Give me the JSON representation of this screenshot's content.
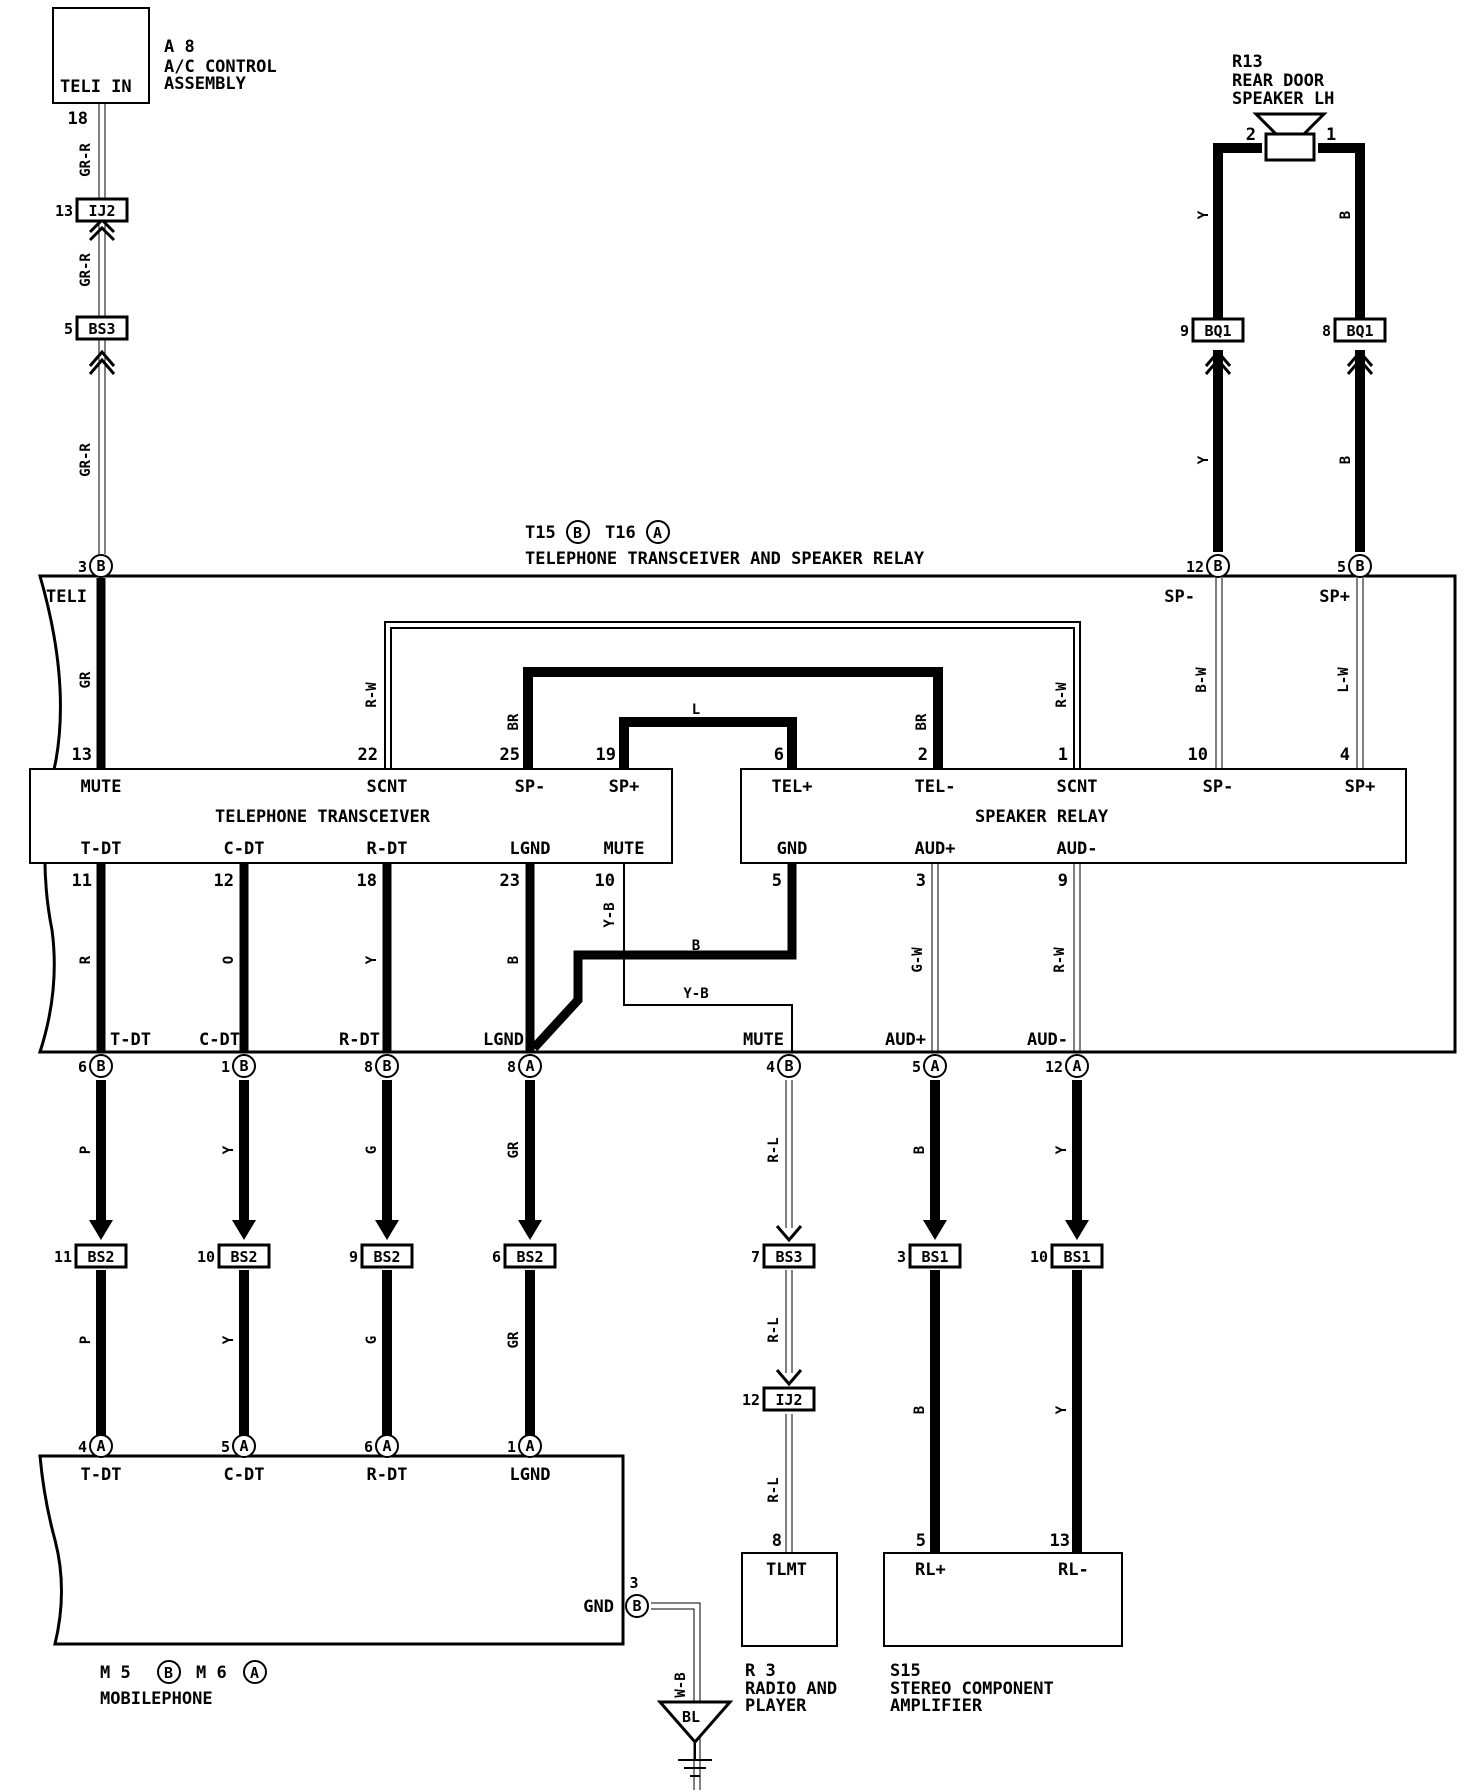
{
  "components": {
    "ac": {
      "id": "A 8",
      "name_l1": "A/C CONTROL",
      "name_l2": "ASSEMBLY",
      "pin_label": "TELI IN"
    },
    "speaker": {
      "id": "R13",
      "name_l1": "REAR DOOR",
      "name_l2": "SPEAKER LH"
    },
    "tr": {
      "id_b": "T15",
      "letter_b": "B",
      "id_a": "T16",
      "letter_a": "A",
      "name": "TELEPHONE TRANSCEIVER AND SPEAKER RELAY"
    },
    "transceiver": {
      "name": "TELEPHONE TRANSCEIVER"
    },
    "relay": {
      "name": "SPEAKER RELAY"
    },
    "mobile": {
      "id_b": "M 5",
      "letter_b": "B",
      "id_a": "M 6",
      "letter_a": "A",
      "name": "MOBILEPHONE"
    },
    "radio": {
      "id": "R 3",
      "name_l1": "RADIO AND",
      "name_l2": "PLAYER",
      "pin_label": "TLMT"
    },
    "amp": {
      "id": "S15",
      "name_l1": "STEREO COMPONENT",
      "name_l2": "AMPLIFIER",
      "pin_l": "RL+",
      "pin_r": "RL-"
    },
    "ground": {
      "id": "BL"
    }
  },
  "connectors": [
    {
      "key": "ij2_top",
      "name": "IJ2",
      "pin": "13"
    },
    {
      "key": "bs3_top",
      "name": "BS3",
      "pin": "5"
    },
    {
      "key": "bq1_l",
      "name": "BQ1",
      "pin": "9"
    },
    {
      "key": "bq1_r",
      "name": "BQ1",
      "pin": "8"
    },
    {
      "key": "bs2_1",
      "name": "BS2",
      "pin": "11"
    },
    {
      "key": "bs2_2",
      "name": "BS2",
      "pin": "10"
    },
    {
      "key": "bs2_3",
      "name": "BS2",
      "pin": "9"
    },
    {
      "key": "bs2_4",
      "name": "BS2",
      "pin": "6"
    },
    {
      "key": "bs3_bot",
      "name": "BS3",
      "pin": "7"
    },
    {
      "key": "bs1_1",
      "name": "BS1",
      "pin": "3"
    },
    {
      "key": "bs1_2",
      "name": "BS1",
      "pin": "10"
    },
    {
      "key": "ij2_bot",
      "name": "IJ2",
      "pin": "12"
    }
  ],
  "terminals": [
    {
      "key": "t_teli",
      "letter": "B",
      "pin": "3"
    },
    {
      "key": "t_spm",
      "letter": "B",
      "pin": "12"
    },
    {
      "key": "t_spp",
      "letter": "B",
      "pin": "5"
    },
    {
      "key": "t_tdt",
      "letter": "B",
      "pin": "6"
    },
    {
      "key": "t_cdt",
      "letter": "B",
      "pin": "1"
    },
    {
      "key": "t_rdt",
      "letter": "B",
      "pin": "8"
    },
    {
      "key": "t_lgnd",
      "letter": "A",
      "pin": "8"
    },
    {
      "key": "t_mute",
      "letter": "B",
      "pin": "4"
    },
    {
      "key": "t_audp",
      "letter": "A",
      "pin": "5"
    },
    {
      "key": "t_audm",
      "letter": "A",
      "pin": "12"
    },
    {
      "key": "m_tdt",
      "letter": "A",
      "pin": "4"
    },
    {
      "key": "m_cdt",
      "letter": "A",
      "pin": "5"
    },
    {
      "key": "m_rdt",
      "letter": "A",
      "pin": "6"
    },
    {
      "key": "m_lgnd",
      "letter": "A",
      "pin": "1"
    },
    {
      "key": "m_gnd",
      "letter": "B",
      "pin": "3"
    }
  ],
  "wire_labels": [
    {
      "key": "w1",
      "text": "GR-R"
    },
    {
      "key": "w2",
      "text": "GR-R"
    },
    {
      "key": "w3",
      "text": "GR-R"
    },
    {
      "key": "w4",
      "text": "Y"
    },
    {
      "key": "w5",
      "text": "B"
    },
    {
      "key": "w6",
      "text": "Y"
    },
    {
      "key": "w7",
      "text": "B"
    },
    {
      "key": "w8",
      "text": "GR"
    },
    {
      "key": "w9",
      "text": "R-W"
    },
    {
      "key": "w10",
      "text": "BR"
    },
    {
      "key": "w11",
      "text": "L"
    },
    {
      "key": "w12",
      "text": "BR"
    },
    {
      "key": "w13",
      "text": "R-W"
    },
    {
      "key": "w14",
      "text": "B-W"
    },
    {
      "key": "w15",
      "text": "L-W"
    },
    {
      "key": "w16",
      "text": "R"
    },
    {
      "key": "w17",
      "text": "O"
    },
    {
      "key": "w18",
      "text": "Y"
    },
    {
      "key": "w19",
      "text": "B"
    },
    {
      "key": "w20",
      "text": "Y-B"
    },
    {
      "key": "w21",
      "text": "B"
    },
    {
      "key": "w22",
      "text": "Y-B"
    },
    {
      "key": "w23",
      "text": "G-W"
    },
    {
      "key": "w24",
      "text": "R-W"
    },
    {
      "key": "w25",
      "text": "P"
    },
    {
      "key": "w26",
      "text": "Y"
    },
    {
      "key": "w27",
      "text": "G"
    },
    {
      "key": "w28",
      "text": "GR"
    },
    {
      "key": "w29",
      "text": "R-L"
    },
    {
      "key": "w30",
      "text": "B"
    },
    {
      "key": "w31",
      "text": "Y"
    },
    {
      "key": "w32",
      "text": "P"
    },
    {
      "key": "w33",
      "text": "Y"
    },
    {
      "key": "w34",
      "text": "G"
    },
    {
      "key": "w35",
      "text": "GR"
    },
    {
      "key": "w36",
      "text": "R-L"
    },
    {
      "key": "w37",
      "text": "R-L"
    },
    {
      "key": "w38",
      "text": "B"
    },
    {
      "key": "w39",
      "text": "Y"
    },
    {
      "key": "w40",
      "text": "W-B"
    }
  ],
  "pin_labels": [
    {
      "key": "p_teli",
      "text": "TELI"
    },
    {
      "key": "p_spm_top",
      "text": "SP-"
    },
    {
      "key": "p_spp_top",
      "text": "SP+"
    },
    {
      "key": "tp_mute_num",
      "text": "13"
    },
    {
      "key": "tp_scnt_num",
      "text": "22"
    },
    {
      "key": "tp_spm_num",
      "text": "25"
    },
    {
      "key": "tp_spp_num",
      "text": "19"
    },
    {
      "key": "tp_mute",
      "text": "MUTE"
    },
    {
      "key": "tp_scnt",
      "text": "SCNT"
    },
    {
      "key": "tp_spm",
      "text": "SP-"
    },
    {
      "key": "tp_spp",
      "text": "SP+"
    },
    {
      "key": "tp_tdt",
      "text": "T-DT"
    },
    {
      "key": "tp_cdt",
      "text": "C-DT"
    },
    {
      "key": "tp_rdt",
      "text": "R-DT"
    },
    {
      "key": "tp_lgnd",
      "text": "LGND"
    },
    {
      "key": "tp_mute2",
      "text": "MUTE"
    },
    {
      "key": "tp_tdt_num",
      "text": "11"
    },
    {
      "key": "tp_cdt_num",
      "text": "12"
    },
    {
      "key": "tp_rdt_num",
      "text": "18"
    },
    {
      "key": "tp_lgnd_num",
      "text": "23"
    },
    {
      "key": "tp_mute2_num",
      "text": "10"
    },
    {
      "key": "rp_telp_num",
      "text": "6"
    },
    {
      "key": "rp_telm_num",
      "text": "2"
    },
    {
      "key": "rp_scnt_num",
      "text": "1"
    },
    {
      "key": "rp_spm_num",
      "text": "10"
    },
    {
      "key": "rp_spp_num",
      "text": "4"
    },
    {
      "key": "rp_telp",
      "text": "TEL+"
    },
    {
      "key": "rp_telm",
      "text": "TEL-"
    },
    {
      "key": "rp_scnt",
      "text": "SCNT"
    },
    {
      "key": "rp_spm",
      "text": "SP-"
    },
    {
      "key": "rp_spp",
      "text": "SP+"
    },
    {
      "key": "rp_gnd",
      "text": "GND"
    },
    {
      "key": "rp_audp",
      "text": "AUD+"
    },
    {
      "key": "rp_audm",
      "text": "AUD-"
    },
    {
      "key": "rp_gnd_num",
      "text": "5"
    },
    {
      "key": "rp_audp_num",
      "text": "3"
    },
    {
      "key": "rp_audm_num",
      "text": "9"
    },
    {
      "key": "bp_tdt",
      "text": "T-DT"
    },
    {
      "key": "bp_cdt",
      "text": "C-DT"
    },
    {
      "key": "bp_rdt",
      "text": "R-DT"
    },
    {
      "key": "bp_lgnd",
      "text": "LGND"
    },
    {
      "key": "bp_mute",
      "text": "MUTE"
    },
    {
      "key": "bp_audp",
      "text": "AUD+"
    },
    {
      "key": "bp_audm",
      "text": "AUD-"
    },
    {
      "key": "mp_tdt",
      "text": "T-DT"
    },
    {
      "key": "mp_cdt",
      "text": "C-DT"
    },
    {
      "key": "mp_rdt",
      "text": "R-DT"
    },
    {
      "key": "mp_lgnd",
      "text": "LGND"
    },
    {
      "key": "mp_gnd",
      "text": "GND"
    },
    {
      "key": "ac_pin",
      "text": "18"
    },
    {
      "key": "spk_pin2",
      "text": "2"
    },
    {
      "key": "spk_pin1",
      "text": "1"
    },
    {
      "key": "radio_pin",
      "text": "8"
    },
    {
      "key": "amp_pin5",
      "text": "5"
    },
    {
      "key": "amp_pin13",
      "text": "13"
    }
  ]
}
